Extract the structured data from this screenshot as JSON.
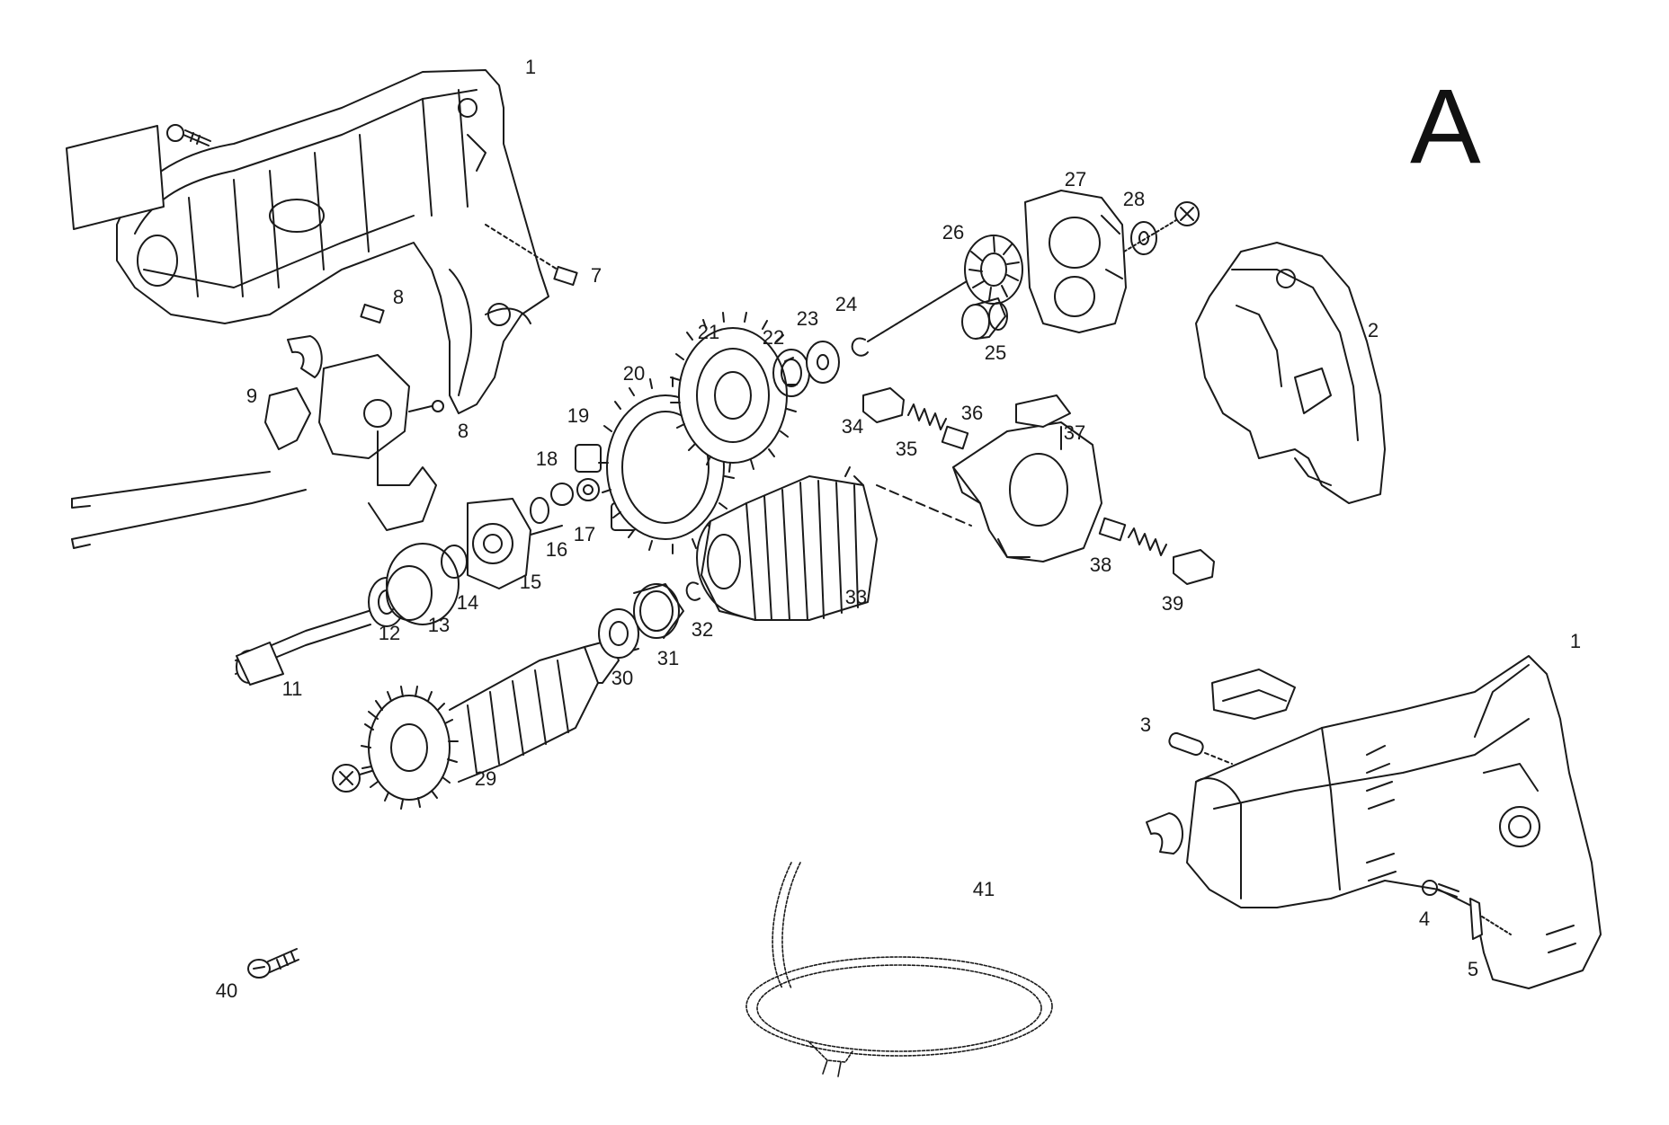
{
  "section_letter": "A",
  "parts": [
    {
      "num": "1",
      "name": "housing-half-left"
    },
    {
      "num": "2",
      "name": "handle-cover"
    },
    {
      "num": "1",
      "name": "housing-assembled"
    },
    {
      "num": "3",
      "name": "pin"
    },
    {
      "num": "4",
      "name": "screw"
    },
    {
      "num": "5",
      "name": "cord-clamp"
    },
    {
      "num": "7",
      "name": "pin"
    },
    {
      "num": "8",
      "name": "pin"
    },
    {
      "num": "8",
      "name": "screw"
    },
    {
      "num": "9",
      "name": "switch"
    },
    {
      "num": "11",
      "name": "spindle"
    },
    {
      "num": "12",
      "name": "bearing"
    },
    {
      "num": "13",
      "name": "gear-housing"
    },
    {
      "num": "14",
      "name": "retaining-ring"
    },
    {
      "num": "15",
      "name": "bearing-plate"
    },
    {
      "num": "16",
      "name": "retaining-ring"
    },
    {
      "num": "17",
      "name": "washer"
    },
    {
      "num": "18",
      "name": "spring"
    },
    {
      "num": "19",
      "name": "pinion"
    },
    {
      "num": "20",
      "name": "ring-gear"
    },
    {
      "num": "21",
      "name": "spur-gear"
    },
    {
      "num": "22",
      "name": "lock-washer"
    },
    {
      "num": "23",
      "name": "washer"
    },
    {
      "num": "24",
      "name": "retaining-ring"
    },
    {
      "num": "25",
      "name": "bearing"
    },
    {
      "num": "26",
      "name": "fan"
    },
    {
      "num": "27",
      "name": "motor-housing-cover"
    },
    {
      "num": "28",
      "name": "washer"
    },
    {
      "num": "29",
      "name": "armature"
    },
    {
      "num": "30",
      "name": "bearing"
    },
    {
      "num": "31",
      "name": "bearing-sleeve"
    },
    {
      "num": "32",
      "name": "retaining-ring"
    },
    {
      "num": "33",
      "name": "field-stator"
    },
    {
      "num": "34",
      "name": "brush-cap"
    },
    {
      "num": "35",
      "name": "spring"
    },
    {
      "num": "36",
      "name": "carbon-brush"
    },
    {
      "num": "37",
      "name": "brush-holder"
    },
    {
      "num": "38",
      "name": "carbon-brush"
    },
    {
      "num": "39",
      "name": "brush-cap"
    },
    {
      "num": "40",
      "name": "screw"
    },
    {
      "num": "41",
      "name": "power-cord"
    }
  ],
  "colors": {
    "line": "#1a1a1a",
    "fill": "#ffffff",
    "shade": "#d9d9d9"
  }
}
